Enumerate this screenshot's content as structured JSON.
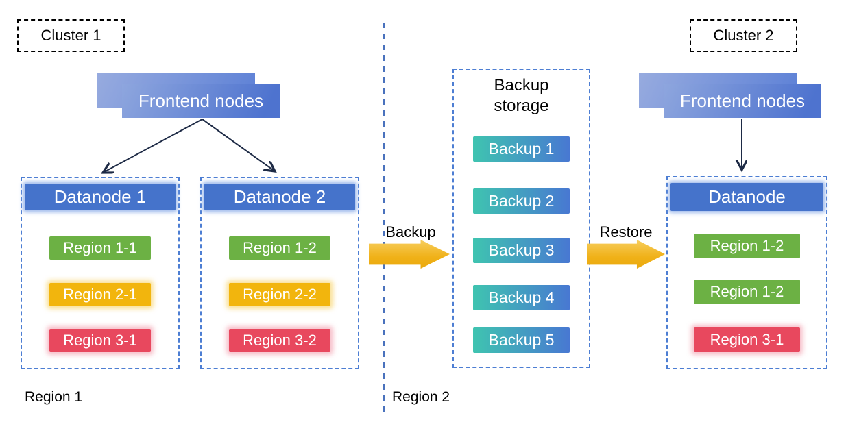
{
  "palette": {
    "container_dash_blue": "#4d7ed3",
    "divider_blue": "#4a72bd",
    "datanode_header_blue": "#4573cb",
    "frontend_gradient_start": "#8ea6de",
    "frontend_gradient_end": "#4e73cf",
    "region_green": "#6cb144",
    "region_gold": "#f2b50d",
    "region_red": "#e8485e",
    "backup_gradient_start": "#3fc4b0",
    "backup_gradient_end": "#4878d2",
    "flow_arrow_gold": "#f0b118",
    "connector_line_dark": "#1d2a45"
  },
  "cluster1": {
    "label": "Cluster 1",
    "frontend_label": "Frontend nodes",
    "datanodes": [
      {
        "title": "Datanode 1",
        "regions": [
          {
            "label": "Region 1-1",
            "color": "green"
          },
          {
            "label": "Region 2-1",
            "color": "gold"
          },
          {
            "label": "Region 3-1",
            "color": "red"
          }
        ]
      },
      {
        "title": "Datanode 2",
        "regions": [
          {
            "label": "Region 1-2",
            "color": "green"
          },
          {
            "label": "Region 2-2",
            "color": "gold"
          },
          {
            "label": "Region 3-2",
            "color": "red"
          }
        ]
      }
    ],
    "region_zone_label": "Region 1"
  },
  "backup_storage": {
    "title_line1": "Backup",
    "title_line2": "storage",
    "items": [
      "Backup 1",
      "Backup 2",
      "Backup 3",
      "Backup 4",
      "Backup 5"
    ]
  },
  "flows": {
    "backup_label": "Backup",
    "restore_label": "Restore"
  },
  "cluster2": {
    "label": "Cluster 2",
    "frontend_label": "Frontend nodes",
    "datanode": {
      "title": "Datanode",
      "regions": [
        {
          "label": "Region 1-2",
          "color": "green"
        },
        {
          "label": "Region 1-2",
          "color": "green"
        },
        {
          "label": "Region 3-1",
          "color": "red"
        }
      ]
    },
    "region_zone_label": "Region 2"
  }
}
